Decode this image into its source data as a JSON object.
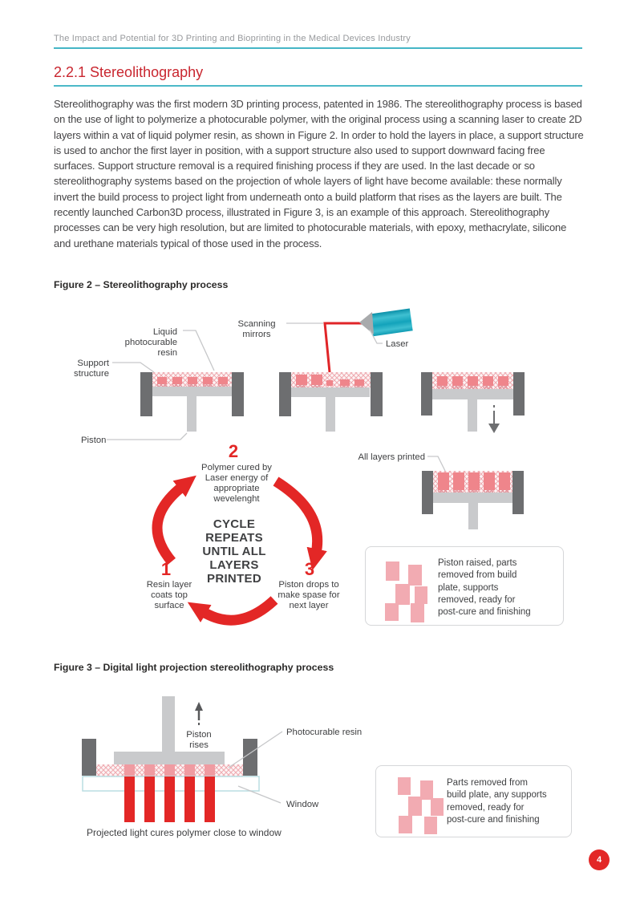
{
  "header": {
    "running_title": "The Impact and Potential for 3D Printing and Bioprinting in the Medical Devices Industry"
  },
  "section": {
    "heading": "2.2.1 Stereolithography",
    "body": "Stereolithography was the first modern 3D printing process, patented in 1986. The stereolithography process is based on the use of light to polymerize a photocurable polymer, with the original process using a scanning laser to create 2D layers within a vat of liquid polymer resin, as shown in Figure 2. In order to hold the layers in place, a support structure is used to anchor the first layer in position, with a support structure also used to support downward facing free surfaces. Support structure removal is a required finishing process if they are used. In the last decade or so stereolithography systems based on the projection of whole layers of light have become available: these normally invert the build process to project light from underneath onto a build platform that rises as the layers are built. The recently launched Carbon3D process, illustrated in Figure 3, is an example of this approach. Stereolithography processes can be very high resolution, but are limited to photocurable materials, with epoxy, methacrylate, silicone and urethane materials typical of those used in the process."
  },
  "figure2": {
    "caption": "Figure 2 – Stereolithography process",
    "labels": {
      "liquid_resin": [
        "Liquid",
        "photocurable",
        "resin"
      ],
      "scanning_mirrors": [
        "Scanning",
        "mirrors"
      ],
      "laser": "Laser",
      "support_structure": [
        "Support",
        "structure"
      ],
      "piston": "Piston",
      "all_layers_printed": "All layers printed"
    },
    "cycle": {
      "step1": {
        "number": "1",
        "lines": [
          "Resin layer",
          "coats top",
          "surface"
        ]
      },
      "step2": {
        "number": "2",
        "lines": [
          "Polymer cured by",
          "Laser energy of",
          "appropriate",
          "wevelenght"
        ]
      },
      "step3": {
        "number": "3",
        "lines": [
          "Piston drops to",
          "make spase for",
          "next layer"
        ]
      },
      "center": [
        "CYCLE",
        "REPEATS",
        "UNTIL ALL",
        "LAYERS",
        "PRINTED"
      ]
    },
    "note_box": {
      "lines": [
        "Piston raised, parts",
        "removed from build",
        "plate, supports",
        "removed, ready for",
        "post-cure and finishing"
      ]
    }
  },
  "figure3": {
    "caption": "Figure 3 – Digital light projection stereolithography process",
    "labels": {
      "piston_rises": [
        "Piston",
        "rises"
      ],
      "photocurable_resin": "Photocurable resin",
      "window": "Window"
    },
    "bottom_caption": "Projected light cures polymer close to window",
    "note_box": {
      "lines": [
        "Parts removed from",
        "build plate, any supports",
        "removed, ready for",
        "post-cure and finishing"
      ]
    }
  },
  "footer": {
    "page_number": "4"
  },
  "colors": {
    "teal_rule": "#45b6c6",
    "heading_red": "#c9262f",
    "diagram_red": "#e32726",
    "part_pink": "#ef858b",
    "resin_hatch_pink": "#eeaab0",
    "wall_gray": "#6d6e70",
    "platform_gray": "#c9cacc",
    "laser_teal": "#13a3bb",
    "note_square_pink": "#f2abb2"
  }
}
